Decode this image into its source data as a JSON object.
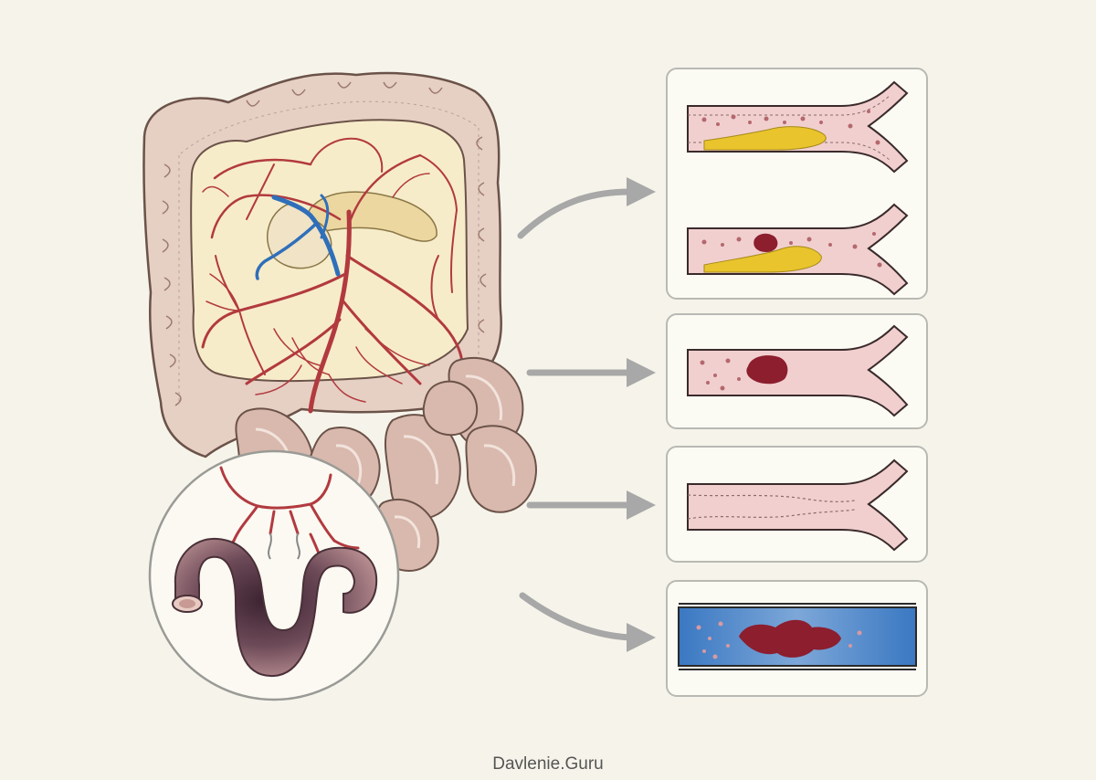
{
  "watermark": "Davlenie.Guru",
  "colors": {
    "background": "#f6f4ea",
    "colon": "#e6cfc3",
    "colon_outline": "#6b5249",
    "artery": "#b23a3f",
    "vein": "#2f6fba",
    "mesentery": "#f7ecc9",
    "vessel_wall": "#f1cfcf",
    "vessel_lumen": "#f8e3e3",
    "plaque": "#e9c42c",
    "clot": "#8c1e2e",
    "ischemic_bowel": "#5c3a4a",
    "arrow": "#a8a8a8",
    "panel_border": "#b9b9b4",
    "blood_blue": "#3a78c2"
  },
  "panels": [
    {
      "id": "atherosclerosis-plaque"
    },
    {
      "id": "plaque-with-thrombus"
    },
    {
      "id": "arterial-thrombosis"
    },
    {
      "id": "non-occlusive-narrowing"
    },
    {
      "id": "venous-thrombosis"
    }
  ]
}
